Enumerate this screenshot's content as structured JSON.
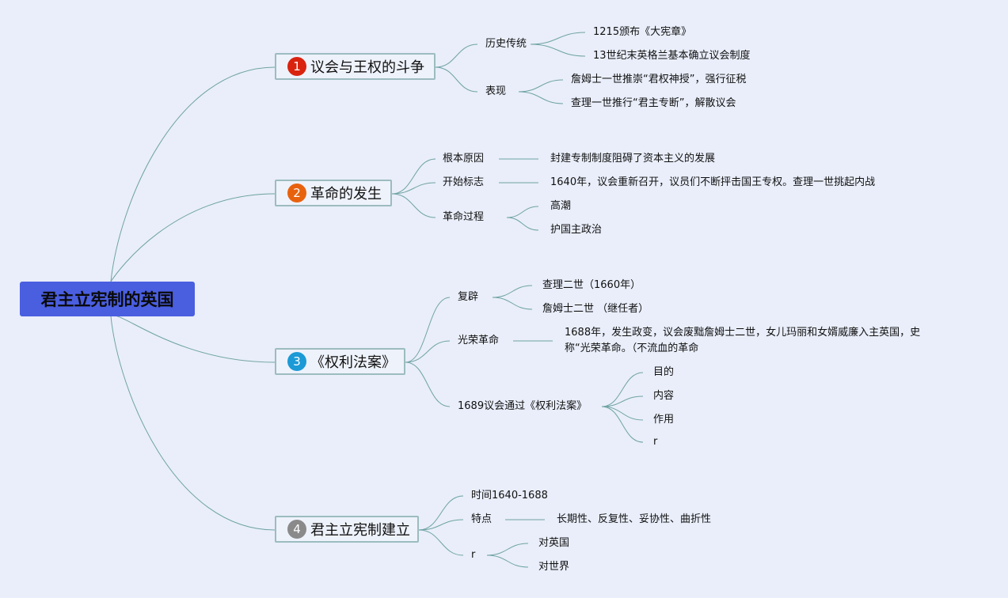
{
  "root": "君主立宪制的英国",
  "colors": {
    "badge1": "#d9230f",
    "badge2": "#e8620e",
    "badge3": "#1b9ad6",
    "badge4": "#8a8a8a",
    "root": "#4a5ee0",
    "line": "#6fa3a3"
  },
  "topics": [
    {
      "num": "1",
      "label": "议会与王权的斗争",
      "children": [
        {
          "label": "历史传统",
          "children": [
            "1215颁布《大宪章》",
            "13世纪末英格兰基本确立议会制度"
          ]
        },
        {
          "label": "表现",
          "children": [
            "詹姆士一世推崇“君权神授”，强行征税",
            "查理一世推行“君主专断”，解散议会"
          ]
        }
      ]
    },
    {
      "num": "2",
      "label": "革命的发生",
      "children": [
        {
          "label": "根本原因",
          "children": [
            "封建专制制度阻碍了资本主义的发展"
          ]
        },
        {
          "label": "开始标志",
          "children": [
            "1640年，议会重新召开，议员们不断抨击国王专权。查理一世挑起内战"
          ]
        },
        {
          "label": "革命过程",
          "children": [
            "高潮",
            "护国主政治"
          ]
        }
      ]
    },
    {
      "num": "3",
      "label": "《权利法案》",
      "children": [
        {
          "label": "复辟",
          "children": [
            "查理二世（1660年）",
            "詹姆士二世 （继任者）"
          ]
        },
        {
          "label": "光荣革命",
          "children": [
            "1688年，发生政变，议会废黜詹姆士二世，女儿玛丽和女婿威廉入主英国，史",
            "称“光荣革命。（不流血的革命"
          ]
        },
        {
          "label": "1689议会通过《权利法案》",
          "children": [
            "目的",
            "内容",
            "作用",
            "r"
          ]
        }
      ]
    },
    {
      "num": "4",
      "label": "君主立宪制建立",
      "children": [
        {
          "label": "时间1640-1688",
          "children": []
        },
        {
          "label": "特点",
          "children": [
            "长期性、反复性、妥协性、曲折性"
          ]
        },
        {
          "label": "r",
          "children": [
            "对英国",
            "对世界"
          ]
        }
      ]
    }
  ]
}
